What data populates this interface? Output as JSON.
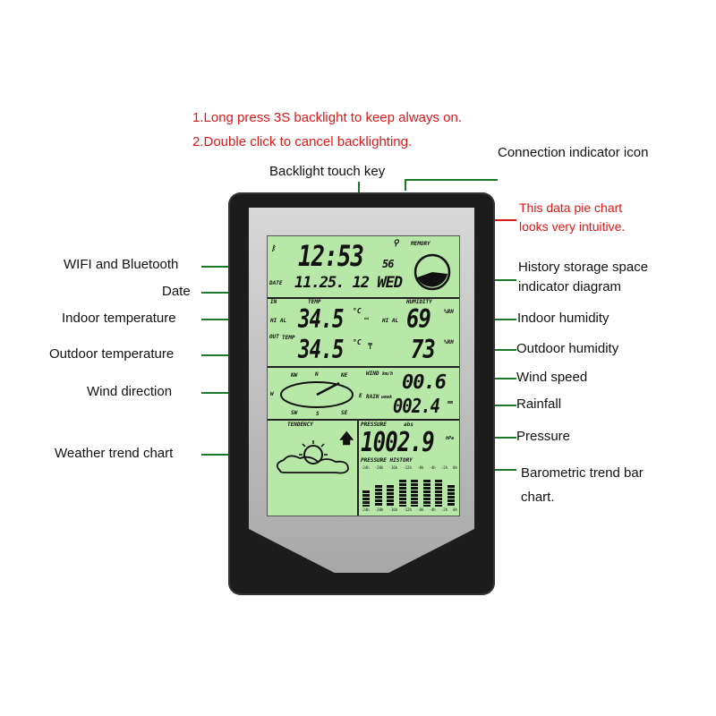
{
  "notes": {
    "line1": "1.Long press 3S backlight to keep always on.",
    "line2": "2.Double click to cancel backlighting.",
    "pie": "This data pie chart looks very intuitive."
  },
  "labels": {
    "backlight": "Backlight touch key",
    "connection": "Connection indicator icon",
    "wifi": "WIFI and Bluetooth",
    "date": "Date",
    "indoor_temp": "Indoor temperature",
    "outdoor_temp": "Outdoor temperature",
    "wind_dir": "Wind direction",
    "trend": "Weather trend chart",
    "history": "History storage space indicator diagram",
    "indoor_hum": "Indoor humidity",
    "outdoor_hum": "Outdoor humidity",
    "wind_speed": "Wind speed",
    "rainfall": "Rainfall",
    "pressure": "Pressure",
    "baro": "Barometric trend bar chart."
  },
  "lcd": {
    "memory": "MEMORY",
    "time": "12:53",
    "seconds": "56",
    "date_label": "DATE",
    "date": "11.25. 12 WED",
    "in": "IN",
    "out": "OUT",
    "temp": "TEMP",
    "temp_small": "TEMP",
    "humidity": "HUMIDITY",
    "hial": "HI AL",
    "indoor_temp": "34.5",
    "outdoor_temp": "34.5",
    "unit_c": "°C",
    "indoor_hum": "69",
    "outdoor_hum": "73",
    "unit_rh": "%RH",
    "wind": "WIND",
    "wind_unit": "km/h",
    "wind_speed": "00.6",
    "rain": "RAIN",
    "rain_unit": "week",
    "rainfall": "002.4",
    "mm": "mm",
    "compass": {
      "n": "N",
      "ne": "NE",
      "e": "E",
      "se": "SE",
      "s": "S",
      "sw": "SW",
      "w": "W",
      "nw": "NW"
    },
    "tendency": "TENDENCY",
    "pressure": "PRESSURE",
    "abs": "abs",
    "pressure_value": "1002.9",
    "hpa": "hPa",
    "pressure_history": "PRESSURE HISTORY",
    "history_hours": [
      "-24h",
      "-20h",
      "-16h",
      "-12h",
      "-8h",
      "-4h",
      "-2h",
      "0h"
    ],
    "bar_levels": [
      3,
      4,
      4,
      5,
      5,
      5,
      5,
      4
    ]
  }
}
